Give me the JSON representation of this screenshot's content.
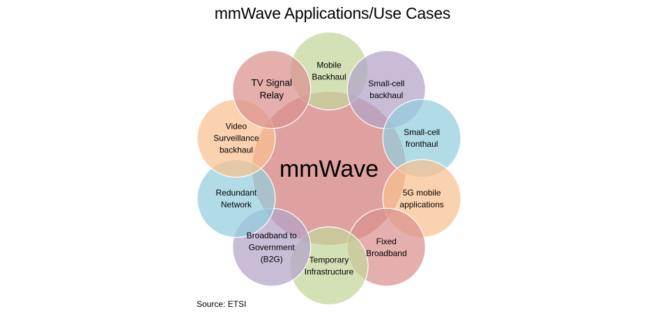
{
  "title": "mmWave Applications/Use Cases",
  "source": "Source:  ETSI",
  "center": {
    "label": "mmWave",
    "color": "#D9908E"
  },
  "petals": [
    {
      "lines": [
        "Mobile",
        "Backhaul"
      ],
      "color": "#C3D69B"
    },
    {
      "lines": [
        "Small-cell",
        "backhaul"
      ],
      "color": "#B3A2C7"
    },
    {
      "lines": [
        "Small-cell",
        "fronthaul"
      ],
      "color": "#93CDDD"
    },
    {
      "lines": [
        "5G mobile",
        "applications"
      ],
      "color": "#FAC090"
    },
    {
      "lines": [
        "Fixed",
        "Broadband"
      ],
      "color": "#D9908E"
    },
    {
      "lines": [
        "Temporary",
        "Infrastructure"
      ],
      "color": "#C3D69B"
    },
    {
      "lines": [
        "Broadband to",
        "Government",
        "(B2G)"
      ],
      "color": "#B3A2C7"
    },
    {
      "lines": [
        "Redundant",
        "Network"
      ],
      "color": "#93CDDD"
    },
    {
      "lines": [
        "Video",
        "Surveillance",
        "backhaul"
      ],
      "color": "#FAC090"
    },
    {
      "lines": [
        "TV Signal",
        "Relay"
      ],
      "color": "#D9908E",
      "large": true
    }
  ]
}
